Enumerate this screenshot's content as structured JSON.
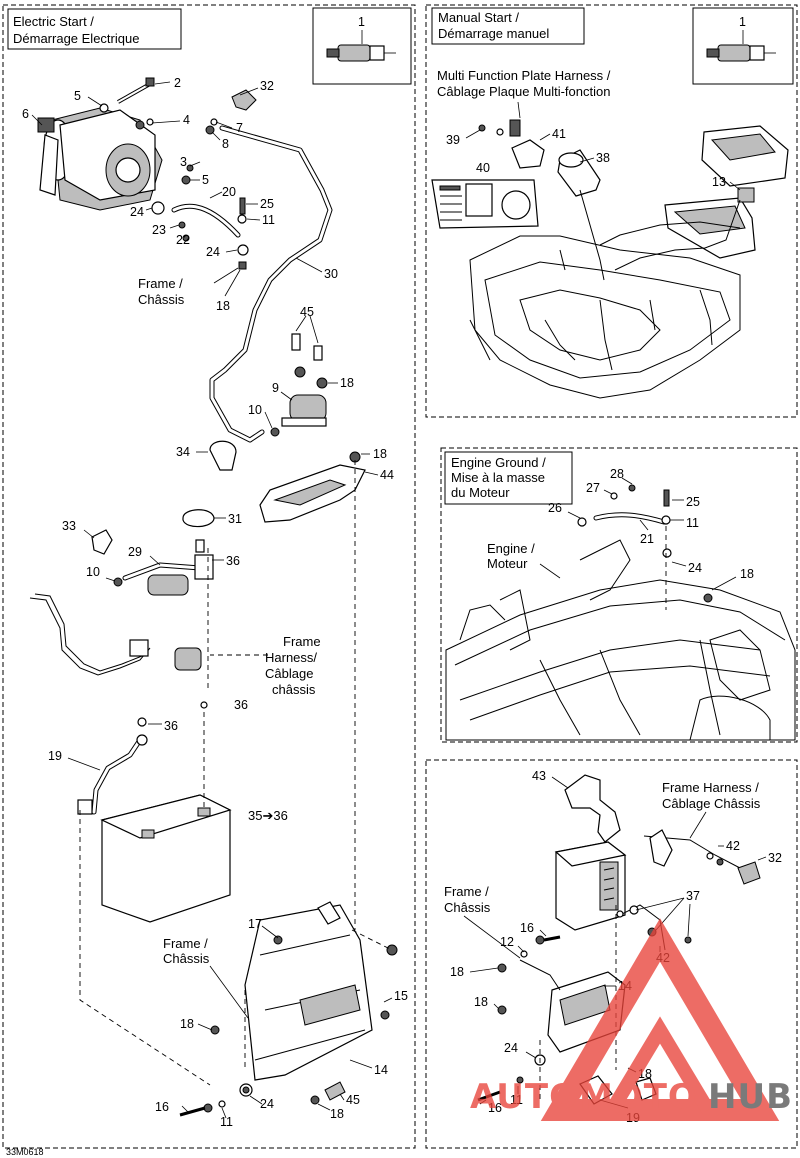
{
  "left_panel": {
    "title_line1": "Electric Start /",
    "title_line2": "Démarrage Electrique",
    "ref_box_number": "1",
    "frame_label_1": "Frame /",
    "frame_label_1b": "Châssis",
    "frame_harness_1": "Frame",
    "frame_harness_2": "Harness/",
    "frame_harness_3": "Câblage",
    "frame_harness_4": "châssis",
    "frame_label_2": "Frame /",
    "frame_label_2b": "Châssis",
    "replacement_note": "35➔36",
    "callouts": {
      "c2": "2",
      "c32": "32",
      "c5a": "5",
      "c4": "4",
      "c7": "7",
      "c6": "6",
      "c8": "8",
      "c3": "3",
      "c5b": "5",
      "c20": "20",
      "c25": "25",
      "c24a": "24",
      "c11a": "11",
      "c23": "23",
      "c22": "22",
      "c24b": "24",
      "c30": "30",
      "c18a": "18",
      "c45a": "45",
      "c18b": "18",
      "c9": "9",
      "c10a": "10",
      "c34": "34",
      "c18c": "18",
      "c44": "44",
      "c33": "33",
      "c31": "31",
      "c29": "29",
      "c36a": "36",
      "c10b": "10",
      "c36b": "36",
      "c36c": "36",
      "c19": "19",
      "c17": "17",
      "c15": "15",
      "c18d": "18",
      "c14": "14",
      "c16": "16",
      "c24c": "24",
      "c11b": "11",
      "c18e": "18",
      "c45b": "45"
    },
    "footer_code": "33M0618"
  },
  "right_top_panel": {
    "title_line1": "Manual Start /",
    "title_line2": "Démarrage manuel",
    "ref_box_number": "1",
    "mfp_label_1": "Multi Function Plate Harness /",
    "mfp_label_2": "Câblage Plaque Multi-fonction",
    "callouts": {
      "c39": "39",
      "c41": "41",
      "c40": "40",
      "c38": "38",
      "c13": "13"
    }
  },
  "right_mid_panel": {
    "title_line1": "Engine Ground /",
    "title_line2": "Mise à la masse",
    "title_line3": "du Moteur",
    "engine_label_1": "Engine /",
    "engine_label_2": "Moteur",
    "callouts": {
      "c28": "28",
      "c27": "27",
      "c25": "25",
      "c26": "26",
      "c11": "11",
      "c21": "21",
      "c24": "24",
      "c18": "18"
    }
  },
  "right_bottom_panel": {
    "frame_harness_1": "Frame Harness /",
    "frame_harness_2": "Câblage Châssis",
    "frame_label_1": "Frame /",
    "frame_label_2": "Châssis",
    "callouts": {
      "c43": "43",
      "c42a": "42",
      "c32": "32",
      "c37": "37",
      "c16a": "16",
      "c12": "12",
      "c18a": "18",
      "c42b": "42",
      "c18b": "18",
      "c14": "14",
      "c18c": "18",
      "c24": "24",
      "c16b": "16",
      "c11": "11",
      "c19": "19"
    }
  },
  "watermark": {
    "text_auto": "AUTOMOTO",
    "text_hub": "HUB",
    "color_red": "#e8443a",
    "color_grey": "#555555"
  }
}
